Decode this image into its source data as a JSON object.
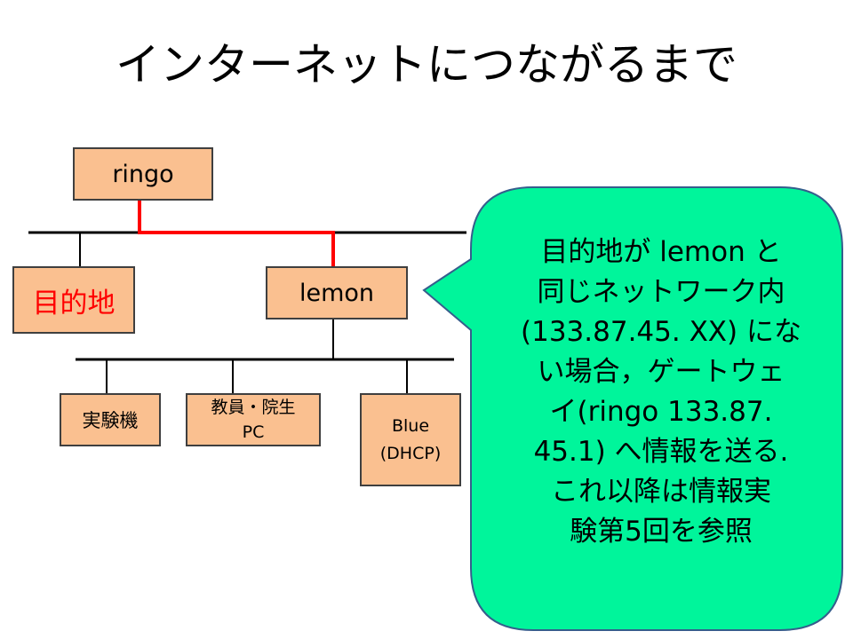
{
  "title": "インターネットにつながるまで",
  "nodes": {
    "ringo": "ringo",
    "destination": "目的地",
    "lemon": "lemon",
    "experiment_machine": "実験機",
    "faculty_pc": "教員・院生\nPC",
    "blue_dhcp": "Blue\n(DHCP)"
  },
  "callout": "目的地が lemon と\n同じネットワーク内\n(133.87.45. XX) にな\nい場合，ゲートウェ\nイ(ringo 133.87.\n45.1) へ情報を送る.\nこれ以降は情報実\n験第5回を参照",
  "colors": {
    "node_fill": "#fac090",
    "route": "#ff0000",
    "destination_text": "#ff0000",
    "callout_fill": "#00f59b"
  }
}
